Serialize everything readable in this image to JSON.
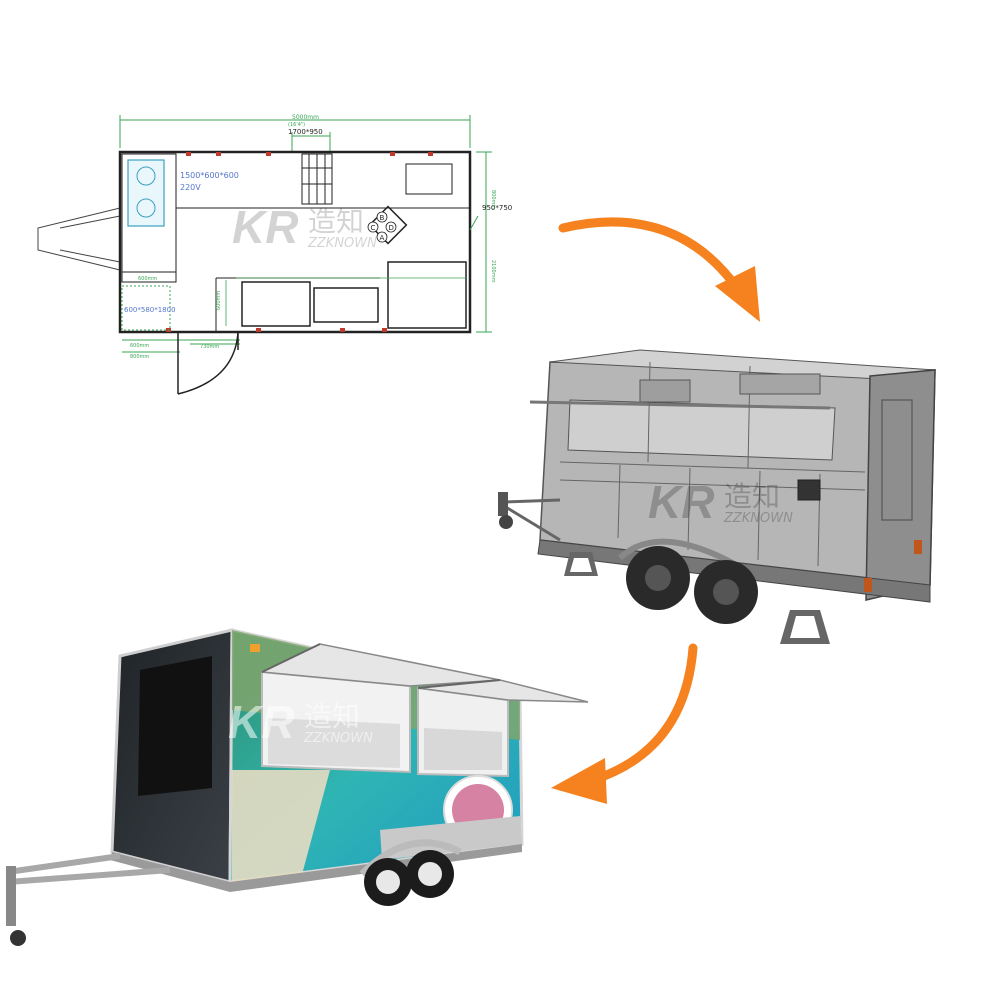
{
  "floorplan": {
    "total_dim": "5000mm",
    "total_dim_ft": "(16'4\")",
    "window_dim": "1700*950",
    "side_dim": "950*750",
    "fridge_dim": "1500*600*600",
    "voltage": "220V",
    "cabinet_dim": "600*580*1800",
    "right_dim_1": "800mm",
    "right_dim_2": "2100mm",
    "bottom_dim_1": "600mm",
    "bottom_dim_2": "800mm",
    "bottom_dim_3": "730mm",
    "left_dim": "600mm",
    "counter_dim": "600mm",
    "legend": [
      "B",
      "C",
      "D",
      "A"
    ]
  },
  "watermark": {
    "logo_text": "KR",
    "brand_cn": "造知",
    "brand_en": "ZZKNOWN"
  },
  "colors": {
    "arrow": "#f5821f",
    "dimension_line": "#3aa655",
    "floorplan_line": "#222222",
    "fridge_text": "#5577cc",
    "trailer_body": "#9a9a9a"
  },
  "icons": [
    "arrow-right-down-icon",
    "arrow-left-down-icon"
  ]
}
